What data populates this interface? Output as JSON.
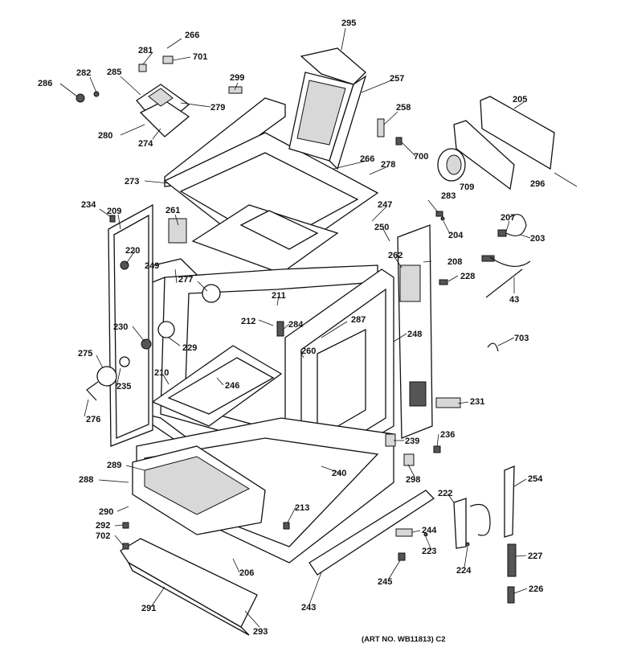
{
  "footer": "(ART NO. WB11813) C2",
  "labels": {
    "l266a": "266",
    "l701": "701",
    "l281": "281",
    "l282": "282",
    "l285": "285",
    "l286": "286",
    "l279": "279",
    "l280": "280",
    "l274": "274",
    "l299": "299",
    "l295": "295",
    "l257": "257",
    "l258": "258",
    "l700": "700",
    "l205": "205",
    "l709": "709",
    "l296": "296",
    "l273": "273",
    "l266b": "266",
    "l278": "278",
    "l234": "234",
    "l209": "209",
    "l261": "261",
    "l283": "283",
    "l247": "247",
    "l250": "250",
    "l204": "204",
    "l207": "207",
    "l203": "203",
    "l220": "220",
    "l208": "208",
    "l262": "262",
    "l228": "228",
    "l249": "249",
    "l277": "277",
    "l211": "211",
    "l43": "43",
    "l212": "212",
    "l284": "284",
    "l287": "287",
    "l230": "230",
    "l229": "229",
    "l248": "248",
    "l703": "703",
    "l260": "260",
    "l275": "275",
    "l210": "210",
    "l246": "246",
    "l235": "235",
    "l231": "231",
    "l276": "276",
    "l239": "239",
    "l236": "236",
    "l289": "289",
    "l240": "240",
    "l298": "298",
    "l254": "254",
    "l288": "288",
    "l290": "290",
    "l213": "213",
    "l222": "222",
    "l292": "292",
    "l702": "702",
    "l244": "244",
    "l227": "227",
    "l223": "223",
    "l206": "206",
    "l224": "224",
    "l245": "245",
    "l226": "226",
    "l291": "291",
    "l243": "243",
    "l293": "293"
  }
}
